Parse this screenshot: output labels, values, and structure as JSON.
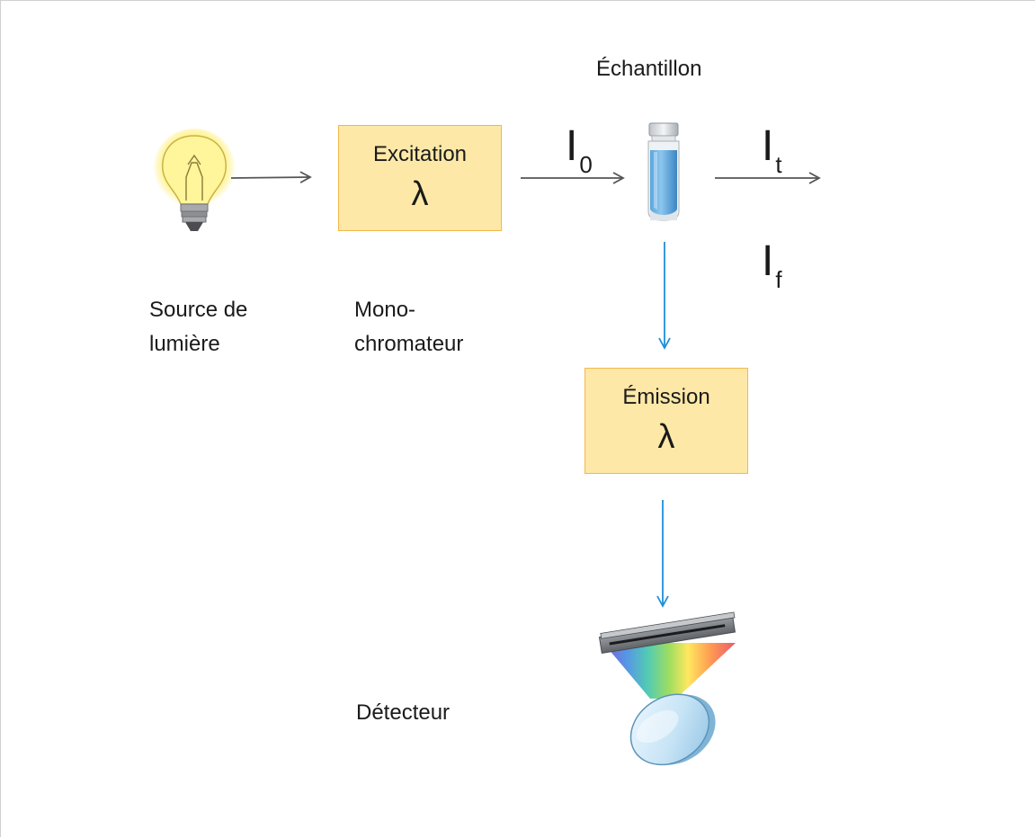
{
  "labels": {
    "sample": "Échantillon",
    "source_line1": "Source de",
    "source_line2": "lumière",
    "mono_line1": "Mono-",
    "mono_line2": "chromateur",
    "detector": "Détecteur"
  },
  "boxes": {
    "excitation": {
      "title": "Excitation",
      "symbol": "λ"
    },
    "emission": {
      "title": "Émission",
      "symbol": "λ"
    }
  },
  "intensities": {
    "incident": {
      "base": "I",
      "sub": "0"
    },
    "transmitted": {
      "base": "I",
      "sub": "t"
    },
    "fluorescence": {
      "base": "I",
      "sub": "f"
    }
  },
  "colors": {
    "box_fill": "#fde8a8",
    "box_border": "#f2b84b",
    "arrow_gray": "#555555",
    "arrow_blue": "#1f8fd8"
  }
}
